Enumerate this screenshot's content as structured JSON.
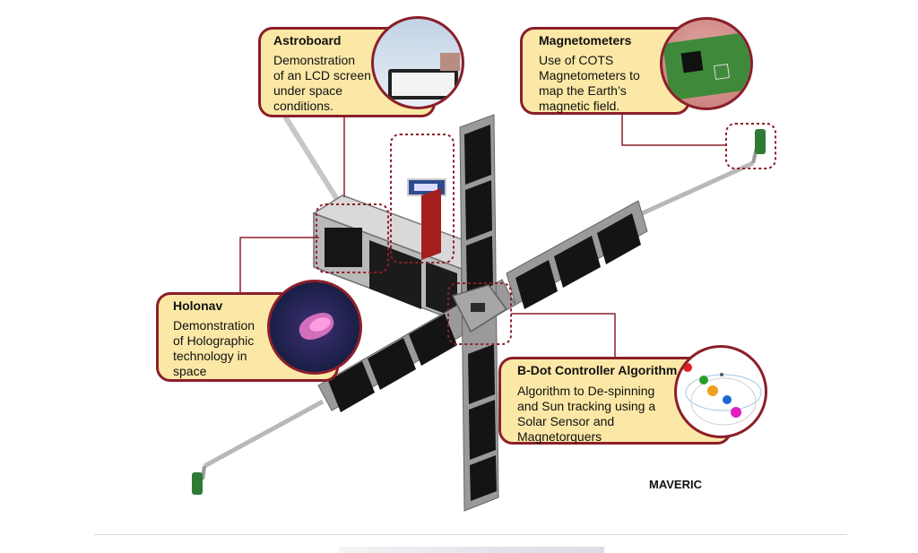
{
  "callouts": {
    "astroboard": {
      "title": "Astroboard",
      "lines": [
        "Demonstration",
        "of an LCD screen",
        "under space",
        "conditions."
      ]
    },
    "magnetometers": {
      "title": "Magnetometers",
      "lines": [
        "Use of COTS",
        "Magnetometers to",
        "map the Earth’s",
        "magnetic field."
      ]
    },
    "holonav": {
      "title": "Holonav",
      "lines": [
        "Demonstration",
        "of Holographic",
        "technology in",
        "space"
      ]
    },
    "bdot": {
      "title": "B-Dot Controller Algorithm",
      "lines": [
        "Algorithm to De-spinning",
        "and Sun tracking using  a",
        "Solar Sensor and",
        "Magnetorquers"
      ]
    }
  },
  "label": "MAVERIC",
  "colors": {
    "callout_fill": "#fbe8a6",
    "callout_border": "#8b1f2a",
    "solar_cell": "#151515",
    "frame": "#9b9b9b",
    "antenna_board": "#2f7a35"
  }
}
